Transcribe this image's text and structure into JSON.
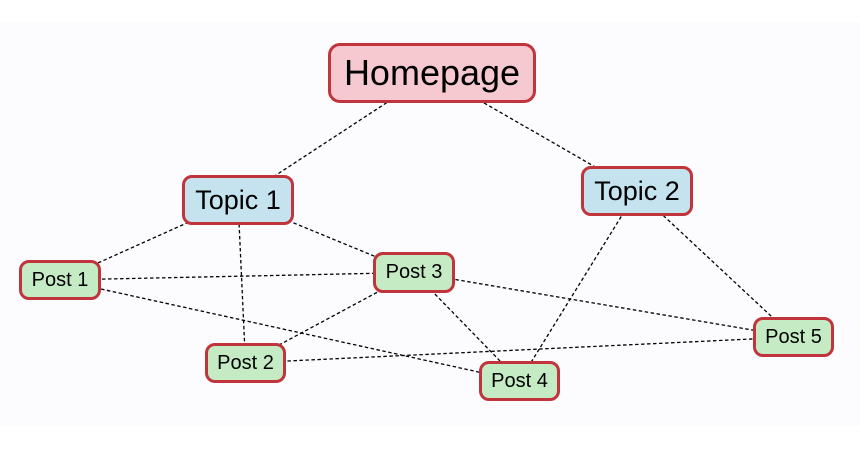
{
  "colors": {
    "border": "#c1343c",
    "root_fill": "#f6c9d0",
    "topic_fill": "#c4e3ee",
    "post_fill": "#c5ebc4",
    "edge": "#000000"
  },
  "nodes": {
    "homepage": {
      "label": "Homepage",
      "kind": "root"
    },
    "topic1": {
      "label": "Topic 1",
      "kind": "topic"
    },
    "topic2": {
      "label": "Topic 2",
      "kind": "topic"
    },
    "post1": {
      "label": "Post 1",
      "kind": "post"
    },
    "post2": {
      "label": "Post 2",
      "kind": "post"
    },
    "post3": {
      "label": "Post 3",
      "kind": "post"
    },
    "post4": {
      "label": "Post 4",
      "kind": "post"
    },
    "post5": {
      "label": "Post 5",
      "kind": "post"
    }
  },
  "edges": [
    [
      "homepage",
      "topic1"
    ],
    [
      "homepage",
      "topic2"
    ],
    [
      "topic1",
      "post1"
    ],
    [
      "topic1",
      "post2"
    ],
    [
      "topic1",
      "post3"
    ],
    [
      "topic2",
      "post4"
    ],
    [
      "topic2",
      "post5"
    ],
    [
      "post1",
      "post3"
    ],
    [
      "post1",
      "post4"
    ],
    [
      "post3",
      "post2"
    ],
    [
      "post3",
      "post4"
    ],
    [
      "post3",
      "post5"
    ],
    [
      "post2",
      "post5"
    ]
  ]
}
